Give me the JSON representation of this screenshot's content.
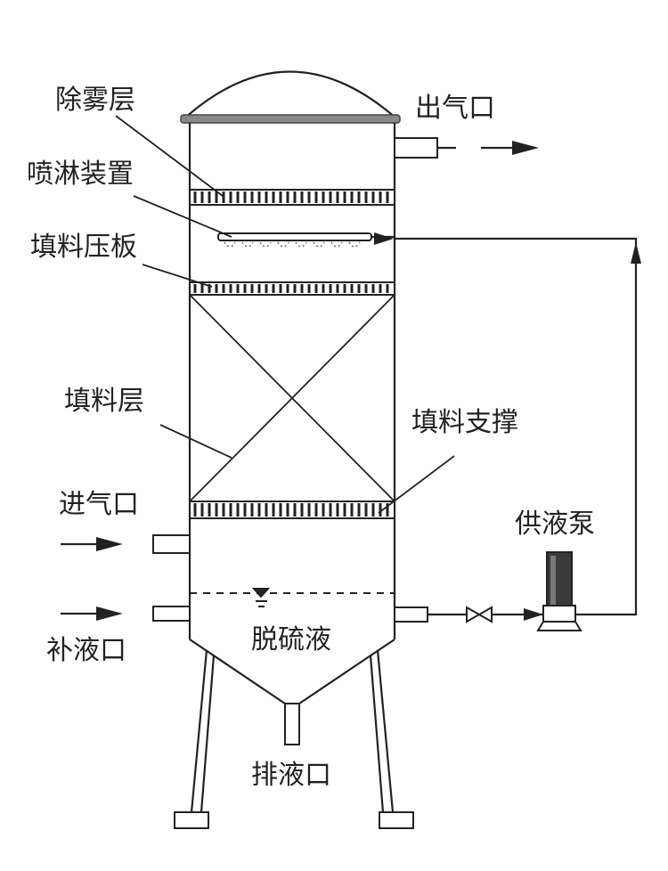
{
  "labels": {
    "demister": "除雾层",
    "spray": "喷淋装置",
    "packing_plate": "填料压板",
    "packing_layer": "填料层",
    "packing_support": "填料支撑",
    "gas_inlet": "进气口",
    "gas_outlet": "出气口",
    "makeup_inlet": "补液口",
    "supply_pump": "供液泵",
    "desulfurization_liquid": "脱硫液",
    "drain_outlet": "排液口"
  }
}
